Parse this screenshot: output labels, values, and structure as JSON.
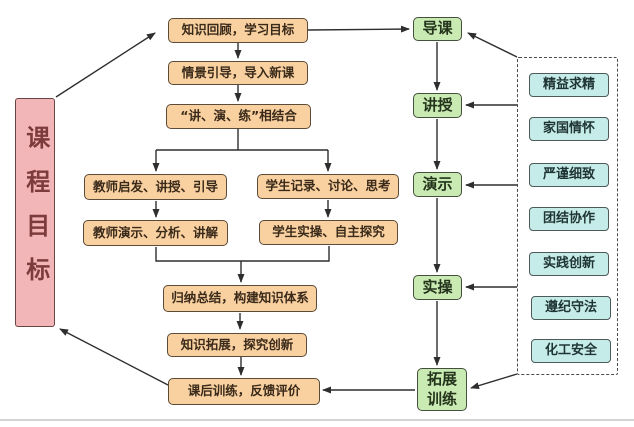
{
  "course_goal": {
    "label": "课程目标"
  },
  "flow": {
    "steps": [
      {
        "label": "知识回顾，学习目标"
      },
      {
        "label": "情景引导，导入新课"
      },
      {
        "label": "“讲、演、练”相结合"
      },
      {
        "label": "归纳总结，构建知识体系"
      },
      {
        "label": "知识拓展，探究创新"
      },
      {
        "label": "课后训练，反馈评价"
      }
    ],
    "teacher_branch": [
      {
        "label": "教师启发、讲授、引导"
      },
      {
        "label": "教师演示、分析、讲解"
      }
    ],
    "student_branch": [
      {
        "label": "学生记录、讨论、思考"
      },
      {
        "label": "学生实操、自主探究"
      }
    ]
  },
  "stages": [
    {
      "label": "导课"
    },
    {
      "label": "讲授"
    },
    {
      "label": "演示"
    },
    {
      "label": "实操"
    },
    {
      "label": "拓展训练"
    }
  ],
  "values_panel": {
    "items": [
      {
        "label": "精益求精"
      },
      {
        "label": "家国情怀"
      },
      {
        "label": "严谨细致"
      },
      {
        "label": "团结协作"
      },
      {
        "label": "实践创新"
      },
      {
        "label": "遵纪守法"
      },
      {
        "label": "化工安全"
      }
    ]
  },
  "colors": {
    "orange_fill": "#f9d0a0",
    "green_fill": "#c9eab2",
    "cyan_fill": "#c6ecea",
    "pink_fill": "#f2b5b8",
    "arrow": "#2e2e2e"
  }
}
